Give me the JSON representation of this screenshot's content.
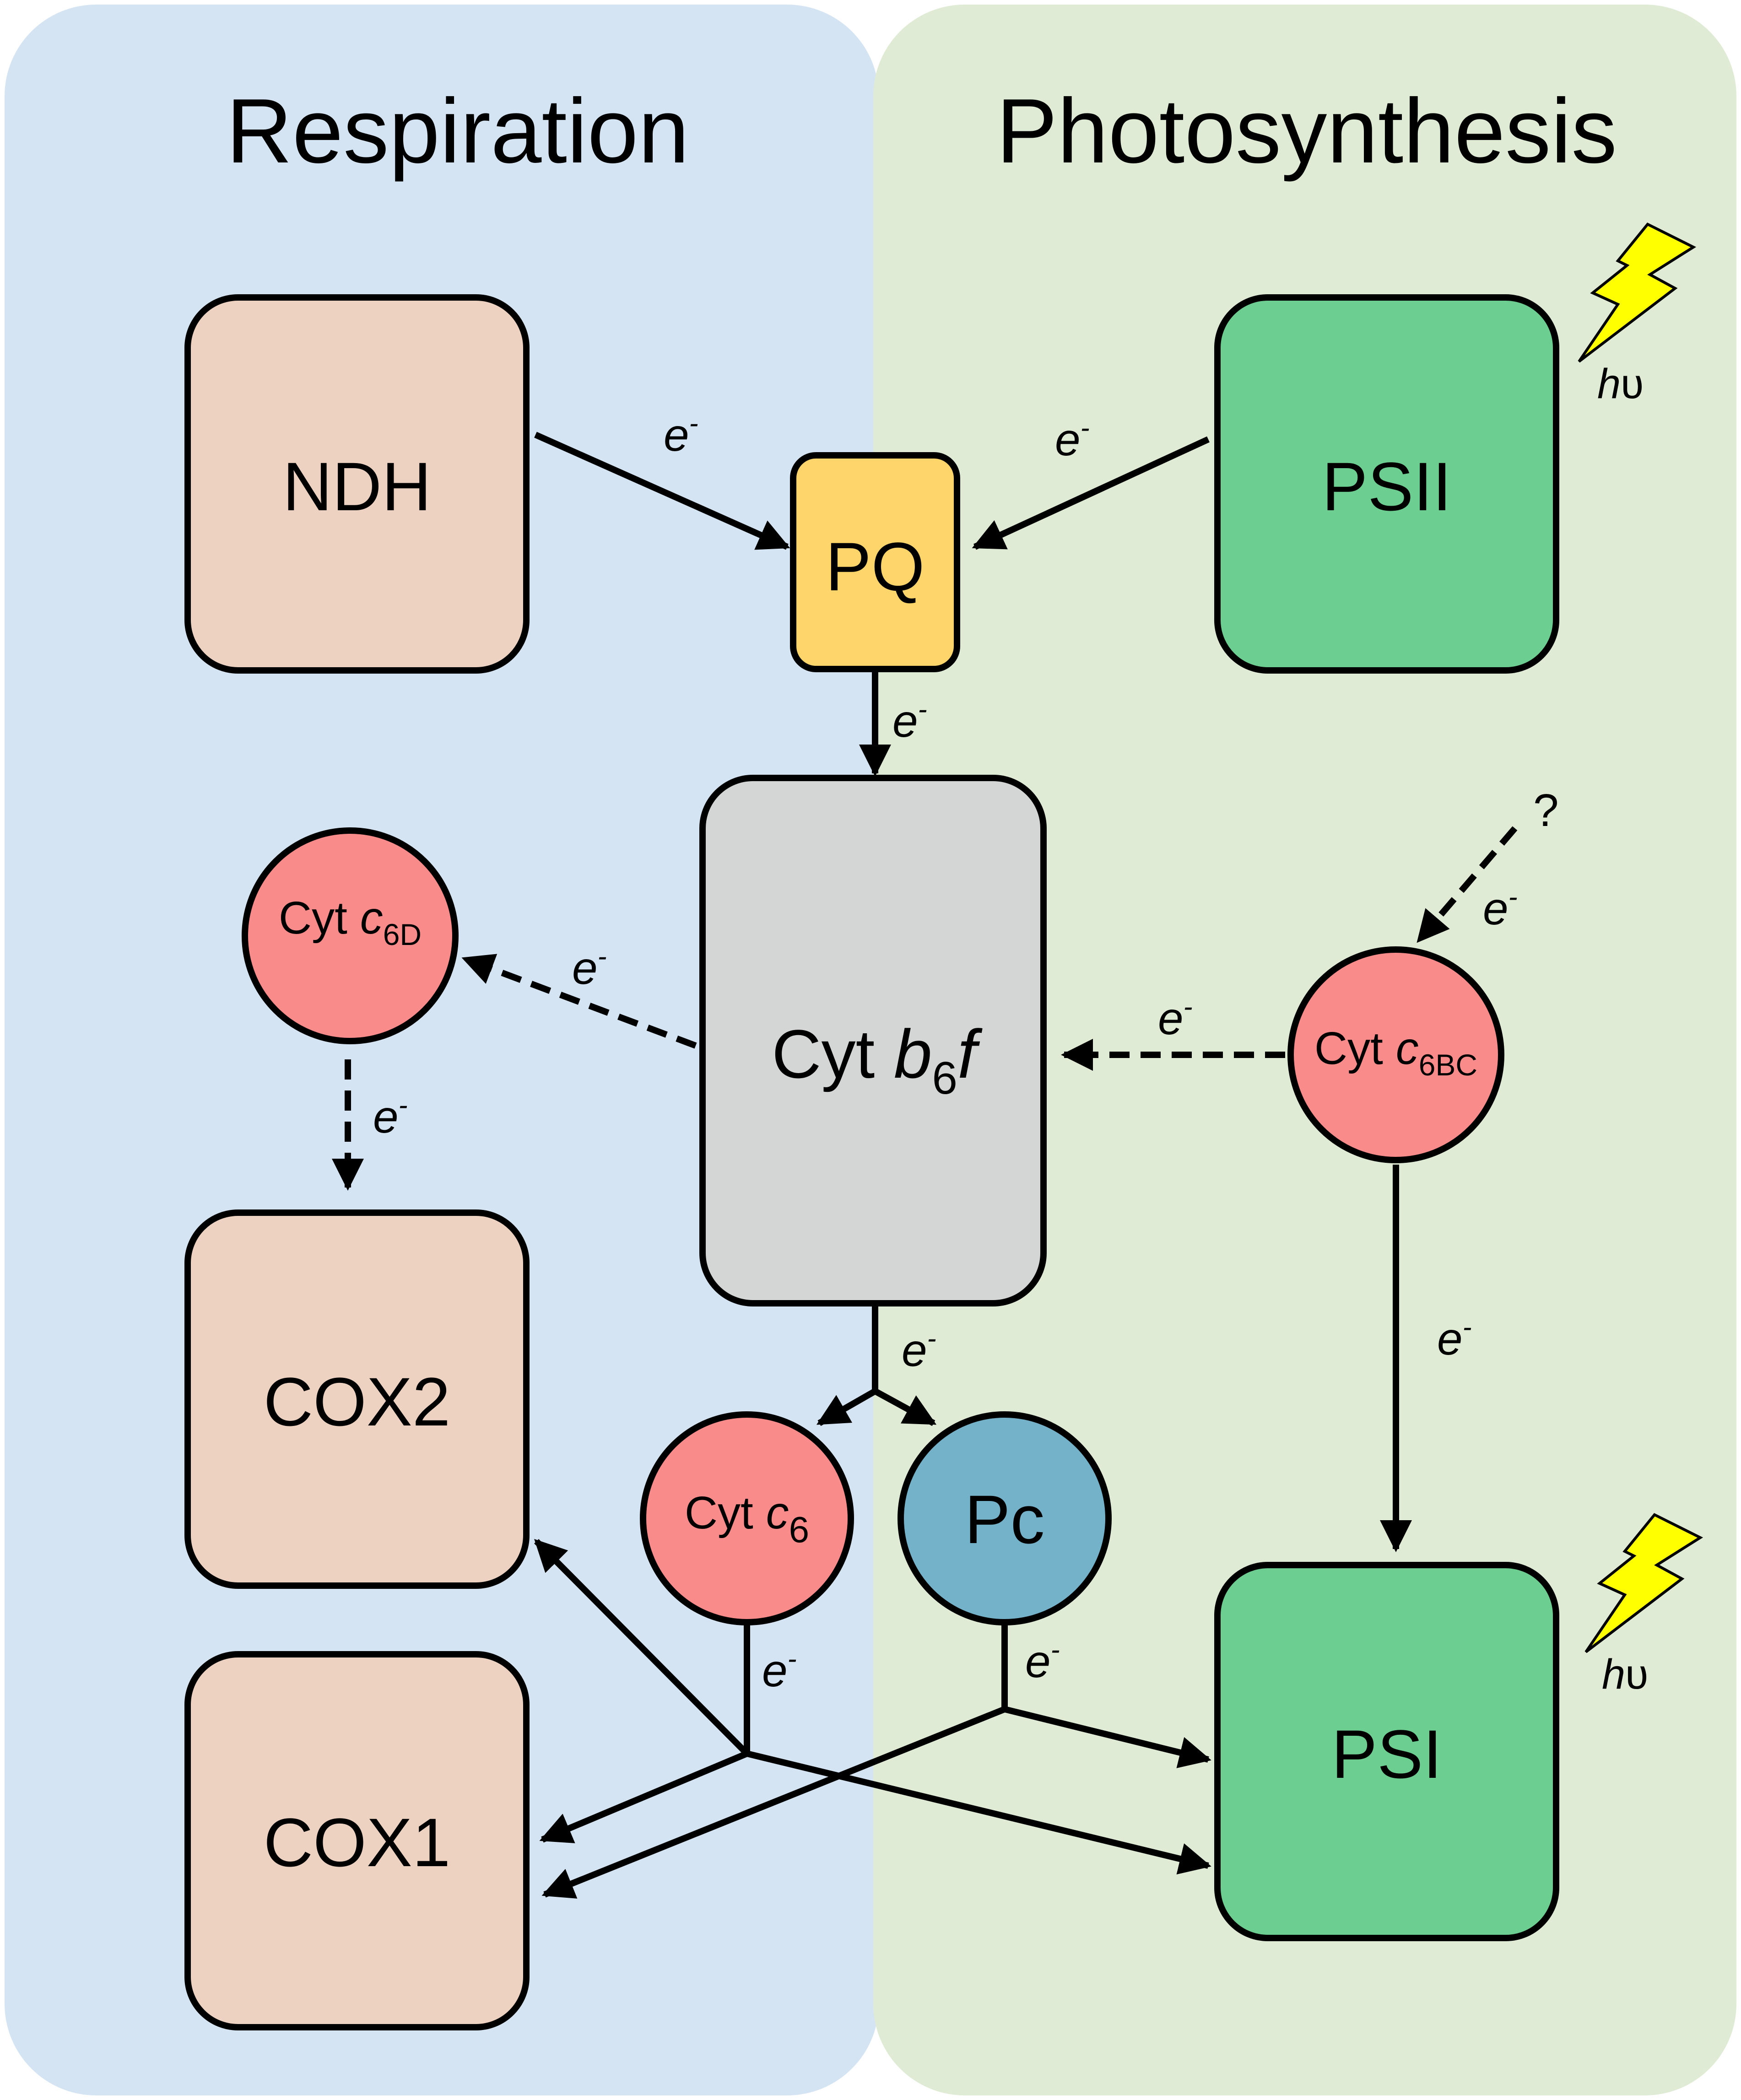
{
  "panels": {
    "left": {
      "title": "Respiration",
      "color": "#d5e4f3"
    },
    "right": {
      "title": "Photosynthesis",
      "color": "#dfebd5"
    }
  },
  "nodes": {
    "ndh": {
      "label": "NDH",
      "color": "#edd2c1"
    },
    "psii": {
      "label": "PSII",
      "color": "#6dce91"
    },
    "pq": {
      "label": "PQ",
      "color": "#fdd56b"
    },
    "cytb6f": {
      "label_main": "Cyt ",
      "label_italic": "b",
      "label_sub": "6",
      "label_italic2": "f",
      "color": "#d3d6d5"
    },
    "cytc6d": {
      "label_main": "Cyt ",
      "label_italic": "c",
      "label_sub": "6D",
      "color": "#fa8b8b"
    },
    "cytc6bc": {
      "label_main": "Cyt ",
      "label_italic": "c",
      "label_sub": "6BC",
      "color": "#fa8b8b"
    },
    "cytc6": {
      "label_main": "Cyt ",
      "label_italic": "c",
      "label_sub": "6",
      "color": "#fa8b8b"
    },
    "pc": {
      "label": "Pc",
      "color": "#74b2c9"
    },
    "cox2": {
      "label": "COX2",
      "color": "#edd2c1"
    },
    "cox1": {
      "label": "COX1",
      "color": "#edd2c1"
    },
    "psi": {
      "label": "PSI",
      "color": "#6dce91"
    }
  },
  "electron_label": {
    "letter": "e",
    "charge": "-"
  },
  "light": {
    "h": "h",
    "nu": "υ",
    "bolt_color": "#ffff00"
  },
  "unknown_donor": "?"
}
